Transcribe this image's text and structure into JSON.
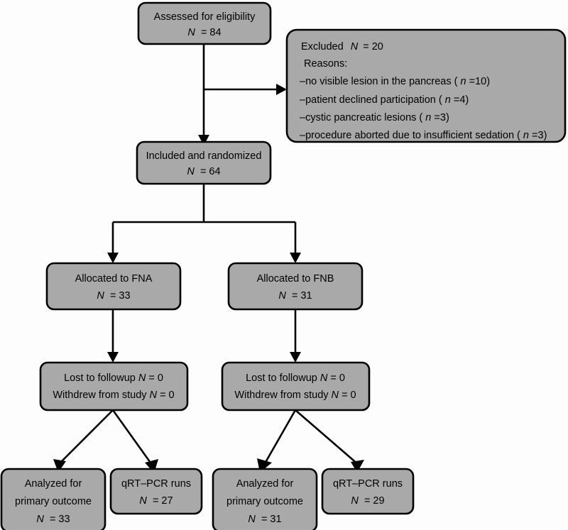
{
  "diagram": {
    "type": "consort-flowchart",
    "title": "Study enrollment and analysis flow diagram",
    "box_fill_color": "#a9a9a9",
    "border_color": "#000000",
    "background_color": "#fdfdfd",
    "nodes": {
      "assessed": {
        "name": "assessed-for-eligibility",
        "line1": "Assessed for eligibility",
        "line2_label": "N",
        "line2_value": "= 84"
      },
      "excluded": {
        "name": "excluded-reasons",
        "heading_label": "Excluded",
        "heading_italic": "N",
        "heading_value": "= 20",
        "reasons_label": "Reasons:",
        "reasons": [
          {
            "text": "–no visible lesion in the pancreas (",
            "italic": "n",
            "tail": "=10)"
          },
          {
            "text": "–patient declined participation (",
            "italic": "n",
            "tail": "=4)"
          },
          {
            "text": "–cystic pancreatic lesions (",
            "italic": "n",
            "tail": "=3)"
          },
          {
            "text": "–procedure aborted due to insufficient sedation (",
            "italic": "n",
            "tail": "=3)"
          }
        ]
      },
      "included": {
        "name": "included-and-randomized",
        "line1": "Included and randomized",
        "line2_label": "N",
        "line2_value": "= 64"
      },
      "alloc_fna": {
        "name": "allocated-to-fna",
        "line1": "Allocated to FNA",
        "line2_label": "N",
        "line2_value": "= 33"
      },
      "alloc_fnb": {
        "name": "allocated-to-fnb",
        "line1": "Allocated to FNB",
        "line2_label": "N",
        "line2_value": "= 31"
      },
      "followup_fna": {
        "name": "followup-fna",
        "line1_pre": "Lost to followup ",
        "line1_italic": "N",
        "line1_post": " = 0",
        "line2_pre": "Withdrew from study ",
        "line2_italic": "N",
        "line2_post": " = 0"
      },
      "followup_fnb": {
        "name": "followup-fnb",
        "line1_pre": "Lost to followup ",
        "line1_italic": "N",
        "line1_post": " = 0",
        "line2_pre": "Withdrew from study ",
        "line2_italic": "N",
        "line2_post": " = 0"
      },
      "analyzed_fna": {
        "name": "analyzed-primary-outcome-fna",
        "line1": "Analyzed for",
        "line2": "primary outcome",
        "line3_label": "N",
        "line3_value": "= 33"
      },
      "qrtpcr_fna": {
        "name": "qrt-pcr-runs-fna",
        "line1": "qRT–PCR runs",
        "line2_label": "N",
        "line2_value": "= 27"
      },
      "analyzed_fnb": {
        "name": "analyzed-primary-outcome-fnb",
        "line1": "Analyzed for",
        "line2": "primary outcome",
        "line3_label": "N",
        "line3_value": "= 31"
      },
      "qrtpcr_fnb": {
        "name": "qrt-pcr-runs-fnb",
        "line1": "qRT–PCR runs",
        "line2_label": "N",
        "line2_value": "= 29"
      }
    }
  }
}
